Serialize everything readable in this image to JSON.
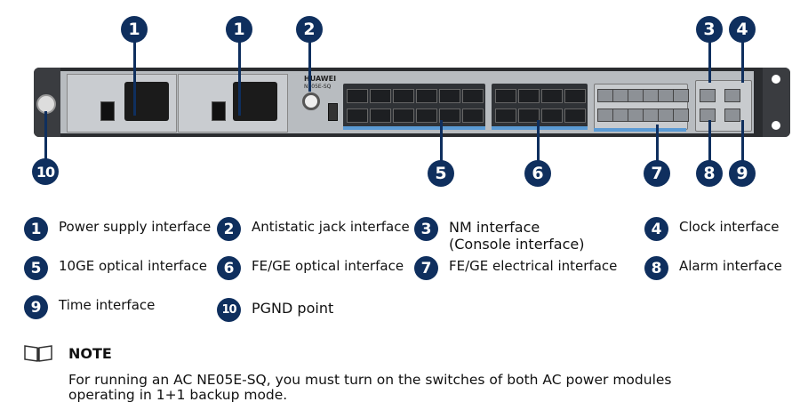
{
  "callouts": {
    "c1": "1",
    "c2": "2",
    "c3": "3",
    "c4": "4",
    "c5": "5",
    "c6": "6",
    "c7": "7",
    "c8": "8",
    "c9": "9",
    "c10": "10"
  },
  "device": {
    "brand": "HUAWEI",
    "model": "NE05E-SQ"
  },
  "legend": [
    {
      "num": "1",
      "label": "Power supply interface"
    },
    {
      "num": "2",
      "label": "Antistatic jack interface"
    },
    {
      "num": "3",
      "label": "NM interface\n(Console interface)"
    },
    {
      "num": "4",
      "label": "Clock interface"
    },
    {
      "num": "5",
      "label": "10GE optical interface"
    },
    {
      "num": "6",
      "label": "FE/GE optical interface"
    },
    {
      "num": "7",
      "label": "FE/GE electrical interface"
    },
    {
      "num": "8",
      "label": "Alarm interface"
    },
    {
      "num": "9",
      "label": "Time interface"
    },
    {
      "num": "10",
      "label": "PGND point"
    }
  ],
  "note": {
    "icon": "book-icon",
    "title": "NOTE",
    "text": "For running an AC NE05E-SQ, you must turn on the switches of both AC power modules operating in 1+1 backup mode."
  },
  "colors": {
    "badge": "#0f2f5e",
    "accent_strip": "#5b9bd5"
  }
}
